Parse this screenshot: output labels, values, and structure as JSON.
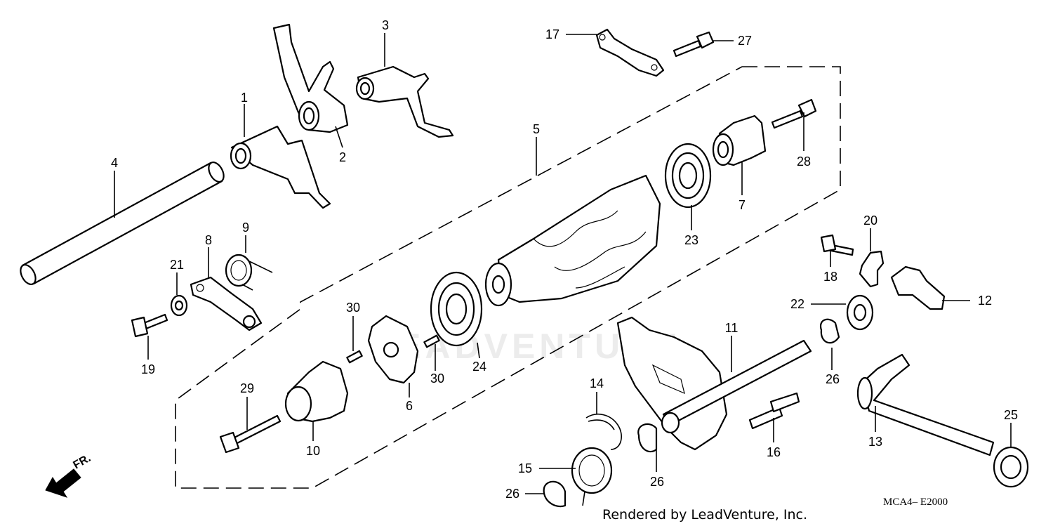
{
  "diagram": {
    "callouts": [
      {
        "id": "c1",
        "label": "1"
      },
      {
        "id": "c2",
        "label": "2"
      },
      {
        "id": "c3",
        "label": "3"
      },
      {
        "id": "c4",
        "label": "4"
      },
      {
        "id": "c5",
        "label": "5"
      },
      {
        "id": "c6",
        "label": "6"
      },
      {
        "id": "c7",
        "label": "7"
      },
      {
        "id": "c8",
        "label": "8"
      },
      {
        "id": "c9",
        "label": "9"
      },
      {
        "id": "c10",
        "label": "10"
      },
      {
        "id": "c11",
        "label": "11"
      },
      {
        "id": "c12",
        "label": "12"
      },
      {
        "id": "c13",
        "label": "13"
      },
      {
        "id": "c14",
        "label": "14"
      },
      {
        "id": "c15",
        "label": "15"
      },
      {
        "id": "c16",
        "label": "16"
      },
      {
        "id": "c17",
        "label": "17"
      },
      {
        "id": "c18",
        "label": "18"
      },
      {
        "id": "c19",
        "label": "19"
      },
      {
        "id": "c20",
        "label": "20"
      },
      {
        "id": "c21",
        "label": "21"
      },
      {
        "id": "c22",
        "label": "22"
      },
      {
        "id": "c23",
        "label": "23"
      },
      {
        "id": "c24",
        "label": "24"
      },
      {
        "id": "c25",
        "label": "25"
      },
      {
        "id": "c26a",
        "label": "26"
      },
      {
        "id": "c26b",
        "label": "26"
      },
      {
        "id": "c26c",
        "label": "26"
      },
      {
        "id": "c27",
        "label": "27"
      },
      {
        "id": "c28",
        "label": "28"
      },
      {
        "id": "c29",
        "label": "29"
      },
      {
        "id": "c30a",
        "label": "30"
      },
      {
        "id": "c30b",
        "label": "30"
      }
    ],
    "direction_label": "FR.",
    "credit": "Rendered by LeadVenture, Inc.",
    "diagram_code": "MCA4– E2000",
    "watermark": "LEADVENTURE"
  }
}
